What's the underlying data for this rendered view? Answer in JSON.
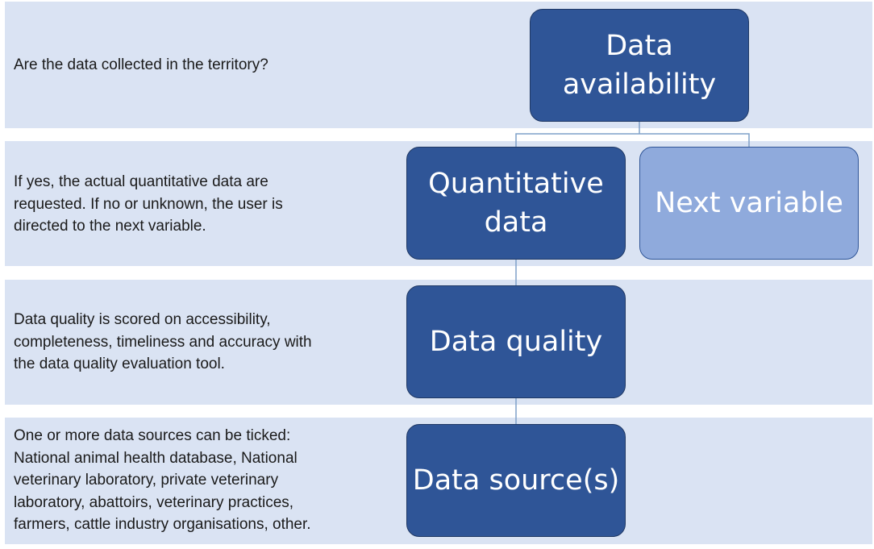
{
  "colors": {
    "band_background": "#dae3f3",
    "node_fill": "#2f5597",
    "node_fill_light": "#8faadc",
    "connector": "#7fa0c8",
    "text_dark": "#1a1a1a"
  },
  "rows": [
    {
      "description": "Are the data collected in the territory?"
    },
    {
      "description": "If yes, the actual quantitative data are\nrequested. If no or unknown, the user is\ndirected to the next variable."
    },
    {
      "description": "Data quality is scored on accessibility,\ncompleteness, timeliness and accuracy with\nthe data quality evaluation tool."
    },
    {
      "description": "One or more data sources can be ticked:\nNational animal health database, National\nveterinary laboratory, private veterinary\nlaboratory, abattoirs, veterinary practices,\nfarmers, cattle industry organisations, other."
    }
  ],
  "nodes": {
    "data_availability": "Data\navailability",
    "quantitative_data": "Quantitative\ndata",
    "next_variable": "Next variable",
    "data_quality": "Data quality",
    "data_sources": "Data source(s)"
  }
}
